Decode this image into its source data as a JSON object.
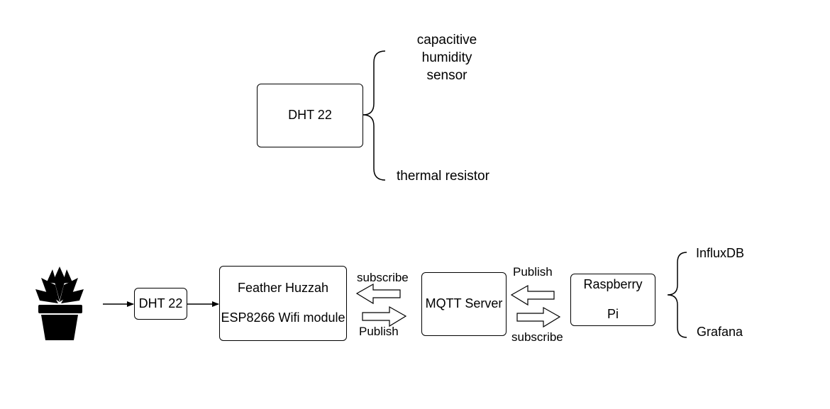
{
  "top_diagram": {
    "component": "DHT 22",
    "sensor_1": [
      "capacitive",
      "humidity",
      "sensor"
    ],
    "sensor_2": "thermal resistor"
  },
  "pipeline": {
    "plant_icon": "potted-plant-icon",
    "sensor": "DHT 22",
    "microcontroller": {
      "name": "Feather Huzzah",
      "module": "ESP8266 Wifi module"
    },
    "left_link": {
      "top": "subscribe",
      "bottom": "Publish"
    },
    "broker": "MQTT Server",
    "right_link": {
      "top": "Publish",
      "bottom": "subscribe"
    },
    "host": [
      "Raspberry",
      "Pi"
    ],
    "outputs": [
      "InfluxDB",
      "Grafana"
    ]
  }
}
